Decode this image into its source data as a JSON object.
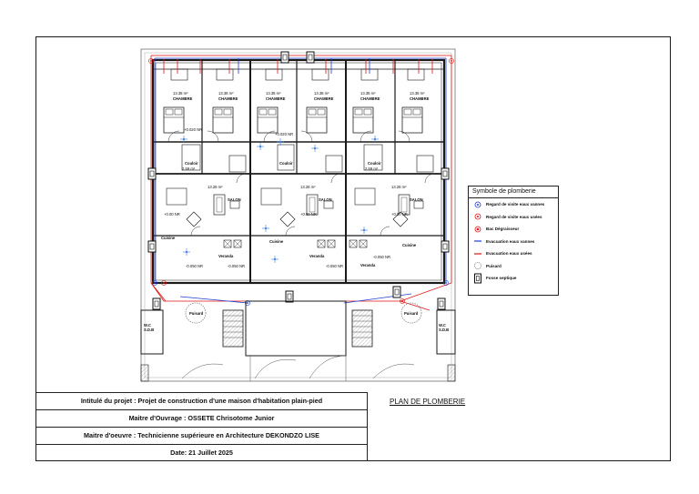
{
  "title_block": {
    "project": "Intitulé du projet : Projet de construction d'une maison d'habitation plain-pied",
    "owner": "Maitre d'Ouvrage : OSSETE Chrisotome Junior",
    "architect": "Maitre d'oeuvre : Technicienne supérieure en Architecture DEKONDZO LISE",
    "date": "Date: 21 Juillet 2025"
  },
  "plan_title": "PLAN DE PLOMBERIE",
  "legend": {
    "title": "Symbole de plomberie",
    "items": [
      {
        "label": "Regard de visite eaux vannes",
        "symbol": "circle-blue"
      },
      {
        "label": "Regard de visite eaux usées",
        "symbol": "circle-red"
      },
      {
        "label": "Bac Dégraisseur",
        "symbol": "circle-red-dot"
      },
      {
        "label": "Evacuation eaux vannes",
        "symbol": "line-blue"
      },
      {
        "label": "Evacuation eaux usées",
        "symbol": "line-red"
      },
      {
        "label": "Puisard",
        "symbol": "circle-grey"
      },
      {
        "label": "Fosse septique",
        "symbol": "septic"
      }
    ]
  },
  "rooms": {
    "chambre_area": "13.38 m²",
    "chambre": "CHAMBRE",
    "couloir": "Couloir",
    "couloir_area": "2.59 m²",
    "salon": "SALON",
    "salon_area": "13.28 m²",
    "cuisine": "Cuisine",
    "veranda": "Veranda",
    "puisard": "Puisard",
    "wc": "W.C",
    "sdb": "S.D.B"
  },
  "levels": {
    "chambre": "+0.020 NR",
    "salon": "+0.00 NR",
    "veranda": "-0.050 NR"
  },
  "colors": {
    "ink": "#1a1a1a",
    "wall": "#2b2b2b",
    "eaux_vannes": "#1c3fd6",
    "eaux_usees": "#e01515"
  }
}
